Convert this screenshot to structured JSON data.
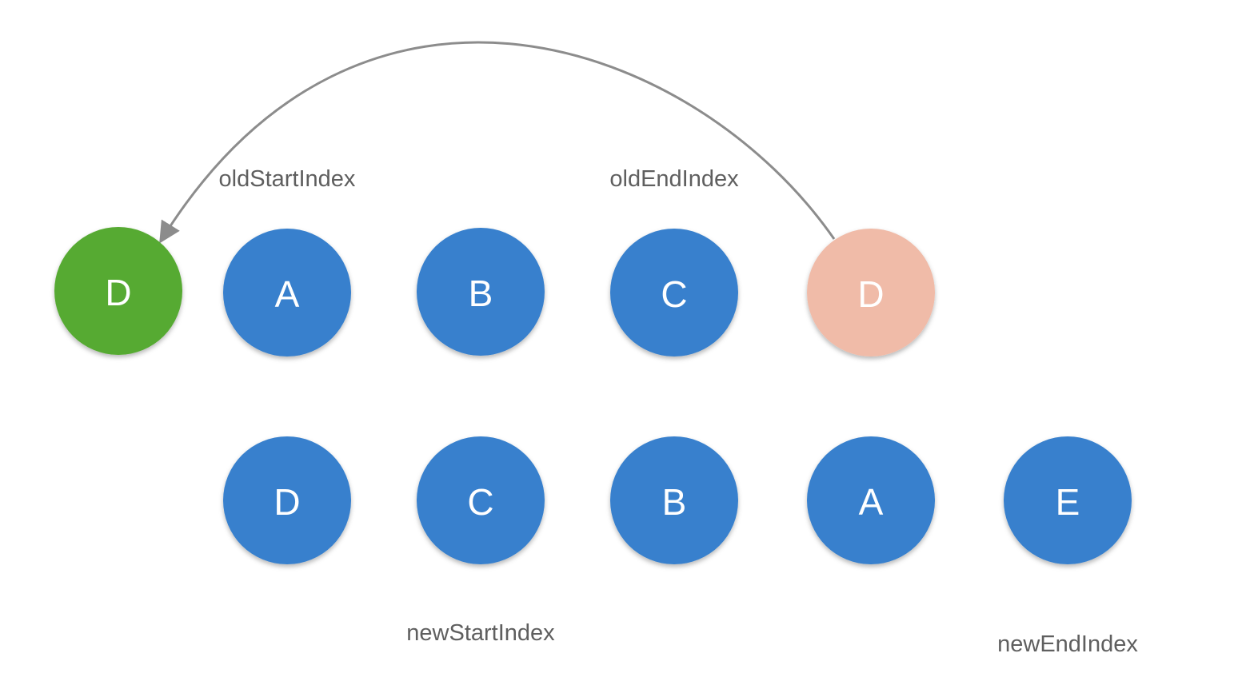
{
  "colors": {
    "node_default": "#3780cd",
    "node_moved": "#56aa32",
    "node_old_position": "#f0bba8",
    "arrow": "#8c8c8c",
    "label_text": "#5f5f5f",
    "node_text": "#ffffff"
  },
  "old_list": [
    {
      "label": "D",
      "state": "moved"
    },
    {
      "label": "A",
      "state": "default"
    },
    {
      "label": "B",
      "state": "default"
    },
    {
      "label": "C",
      "state": "default"
    },
    {
      "label": "D",
      "state": "old_position"
    }
  ],
  "new_list": [
    {
      "label": "D",
      "state": "default"
    },
    {
      "label": "C",
      "state": "default"
    },
    {
      "label": "B",
      "state": "default"
    },
    {
      "label": "A",
      "state": "default"
    },
    {
      "label": "E",
      "state": "default"
    }
  ],
  "pointers": {
    "old_start": "oldStartIndex",
    "old_end": "oldEndIndex",
    "new_start": "newStartIndex",
    "new_end": "newEndIndex"
  },
  "arrow": {
    "from": "old_list.4",
    "to": "old_list.0"
  }
}
